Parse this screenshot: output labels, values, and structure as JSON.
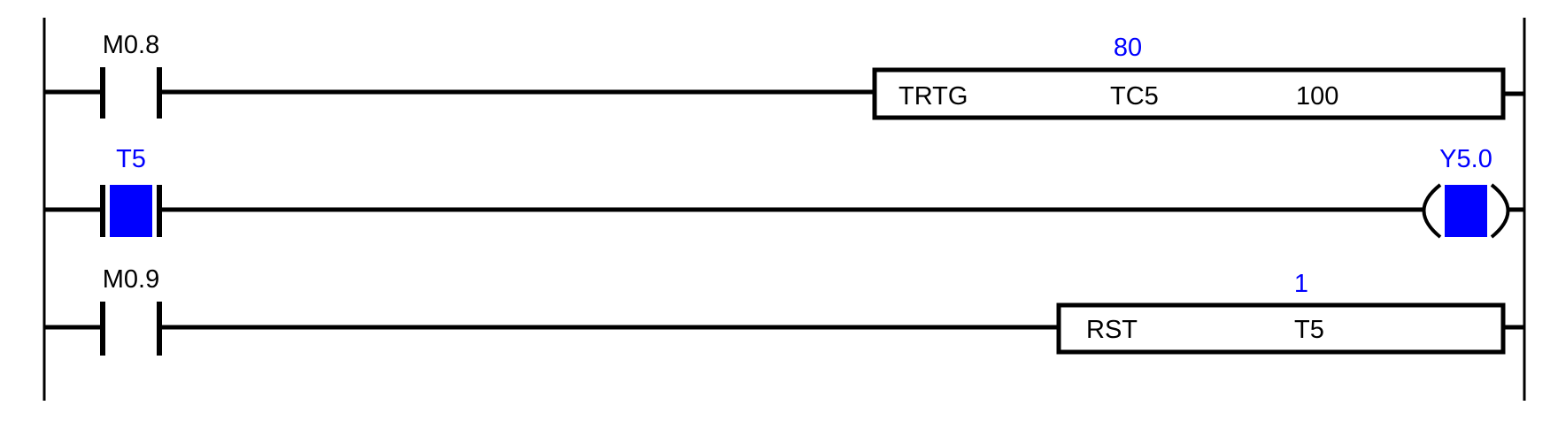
{
  "rungs": [
    {
      "contact": {
        "label": "M0.8",
        "active": false
      },
      "instruction": {
        "op": "TRTG",
        "operand": "TC5",
        "preset": "100",
        "current_value": "80"
      }
    },
    {
      "contact": {
        "label": "T5",
        "active": true
      },
      "coil": {
        "label": "Y5.0",
        "active": true
      }
    },
    {
      "contact": {
        "label": "M0.9",
        "active": false
      },
      "instruction": {
        "op": "RST",
        "operand": "T5",
        "current_value": "1"
      }
    }
  ],
  "colors": {
    "active": "#0000ff",
    "line": "#000000"
  }
}
